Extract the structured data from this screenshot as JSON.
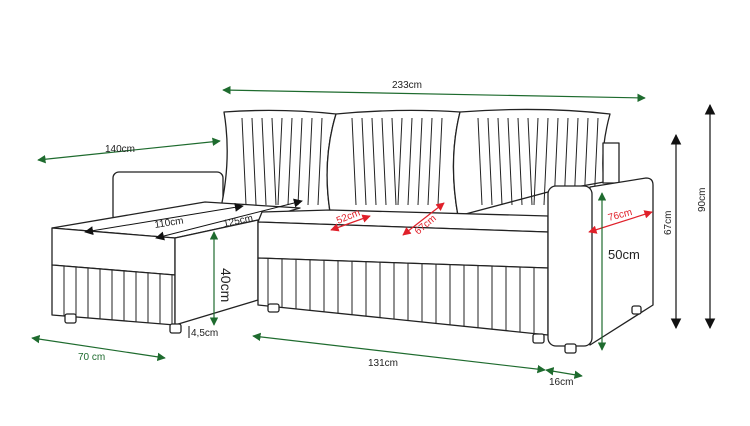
{
  "title": "Corner sofa dimensions",
  "colors": {
    "green": "#1e6b2e",
    "red": "#e0202a",
    "black": "#111111"
  },
  "dimensions": {
    "total_width": "233cm",
    "chaise_length": "140cm",
    "chaise_seat_length": "110cm",
    "sleeping_length": "125cm",
    "seat_width": "52cm",
    "seat_depth": "67cm",
    "depth": "76cm",
    "arm_height": "50cm",
    "seat_back_height": "67cm",
    "total_height": "90cm",
    "seat_height": "40cm",
    "leg_height": "4,5cm",
    "chaise_width": "70 cm",
    "sofa_width": "131cm",
    "arm_width": "16cm"
  }
}
